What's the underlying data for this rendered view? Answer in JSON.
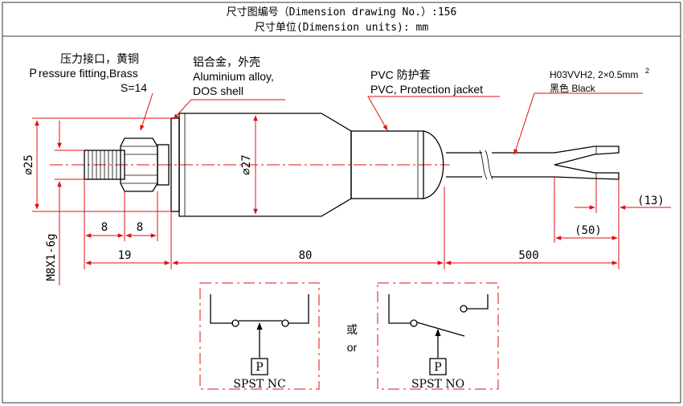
{
  "title": {
    "line1": "尺寸图编号（Dimension drawing No.）:156",
    "line2": "尺寸单位(Dimension units): mm"
  },
  "labels": {
    "fitting_cn": "压力接口，黄铜",
    "fitting_en": "Ｐressure fitting,Brass",
    "fitting_size": "S=14",
    "shell_cn": "铝合金，外壳",
    "shell_en1": "Aluminium alloy,",
    "shell_en2": "DOS shell",
    "jacket_cn": "PVC 防护套",
    "jacket_en": "PVC, Protection jacket",
    "cable_spec": "H03VVH2, 2×0.5mm",
    "cable_sup": "2",
    "cable_color": "黑色  Black"
  },
  "dimensions": {
    "d25": "⌀25",
    "d27": "⌀27",
    "thread": "M8X1-6g",
    "w8a": "8",
    "w8b": "8",
    "l19": "19",
    "l80": "80",
    "l500": "500",
    "l50": "(50)",
    "l13": "(13)"
  },
  "switches": {
    "or_cn": "或",
    "or_en": "or",
    "nc_p": "P",
    "no_p": "P",
    "nc_label": "SPST NC",
    "no_label": "SPST NO"
  },
  "colors": {
    "line": "#000000",
    "dimension": "#e01010",
    "background": "#ffffff"
  }
}
